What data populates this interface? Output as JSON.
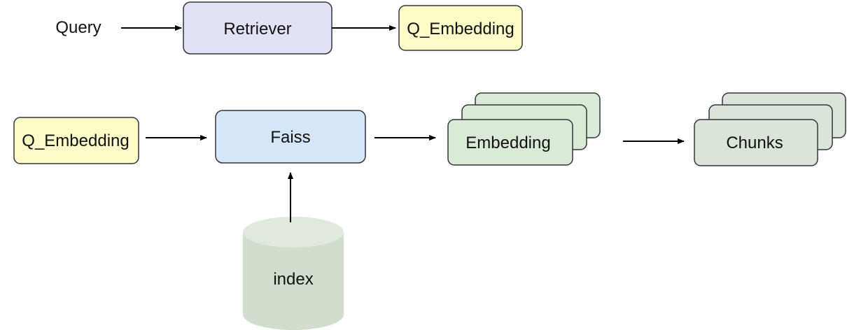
{
  "nodes": {
    "query": "Query",
    "retriever": "Retriever",
    "q_embedding_top": "Q_Embedding",
    "q_embedding_left": "Q_Embedding",
    "faiss": "Faiss",
    "embedding": "Embedding",
    "chunks": "Chunks",
    "index": "index"
  },
  "colors": {
    "retriever_fill": "#e2e2f6",
    "retriever_stroke": "#33333d",
    "q_embedding_fill": "#fdfbc7",
    "faiss_fill": "#d6e6f9",
    "embedding_fill": "#d9ead6",
    "chunks_fill": "#dbe4d9",
    "index_fill": "#d2decd",
    "arrow": "#000000"
  }
}
